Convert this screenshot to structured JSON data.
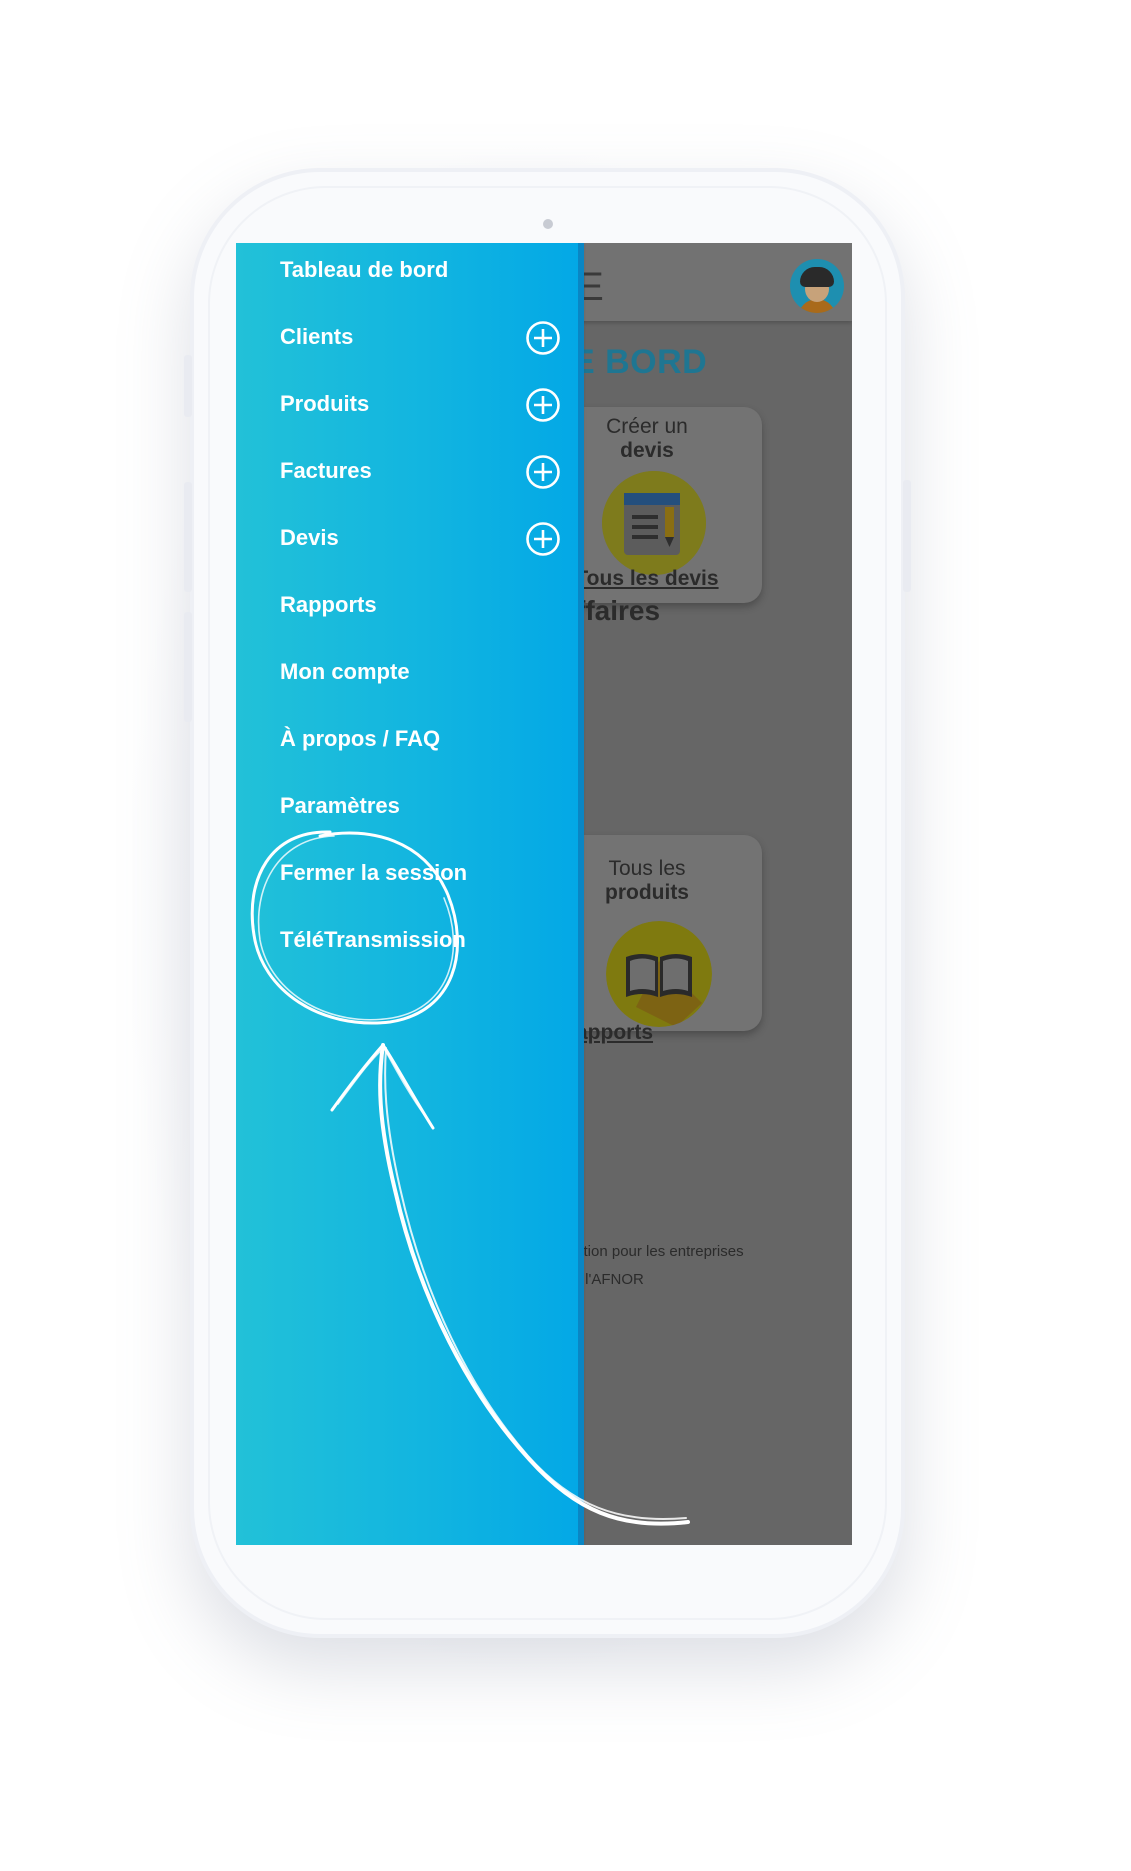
{
  "app": {
    "title_fragment": "IE",
    "heading_fragment": "E BORD",
    "card_devis": {
      "line1": "Créer un",
      "line2": "devis",
      "link": "Tous les devis"
    },
    "section_fragment": "ffaires",
    "card_produits": {
      "line1": "Tous les",
      "line2": "produits"
    },
    "link_rapports_fragment": "apports",
    "footer_line1": "stion pour les entreprises",
    "footer_line2": "r l'AFNOR"
  },
  "drawer": {
    "items": [
      {
        "label": "Tableau de bord",
        "has_add": false
      },
      {
        "label": "Clients",
        "has_add": true
      },
      {
        "label": "Produits",
        "has_add": true
      },
      {
        "label": "Factures",
        "has_add": true
      },
      {
        "label": "Devis",
        "has_add": true
      },
      {
        "label": "Rapports",
        "has_add": false
      },
      {
        "label": "Mon compte",
        "has_add": false
      },
      {
        "label": "À propos / FAQ",
        "has_add": false
      },
      {
        "label": "Paramètres",
        "has_add": false
      },
      {
        "label": "Fermer la session",
        "has_add": false
      },
      {
        "label": "TéléTransmission",
        "has_add": false
      }
    ]
  },
  "colors": {
    "drawer_gradient_start": "#22c1d8",
    "drawer_gradient_end": "#03a8e6",
    "overlay": "#666666",
    "heading_accent": "#1f7692"
  },
  "icons": {
    "add": "plus-circle-icon",
    "avatar": "user-avatar-icon",
    "devis": "document-pencil-icon",
    "produits": "open-book-icon"
  }
}
